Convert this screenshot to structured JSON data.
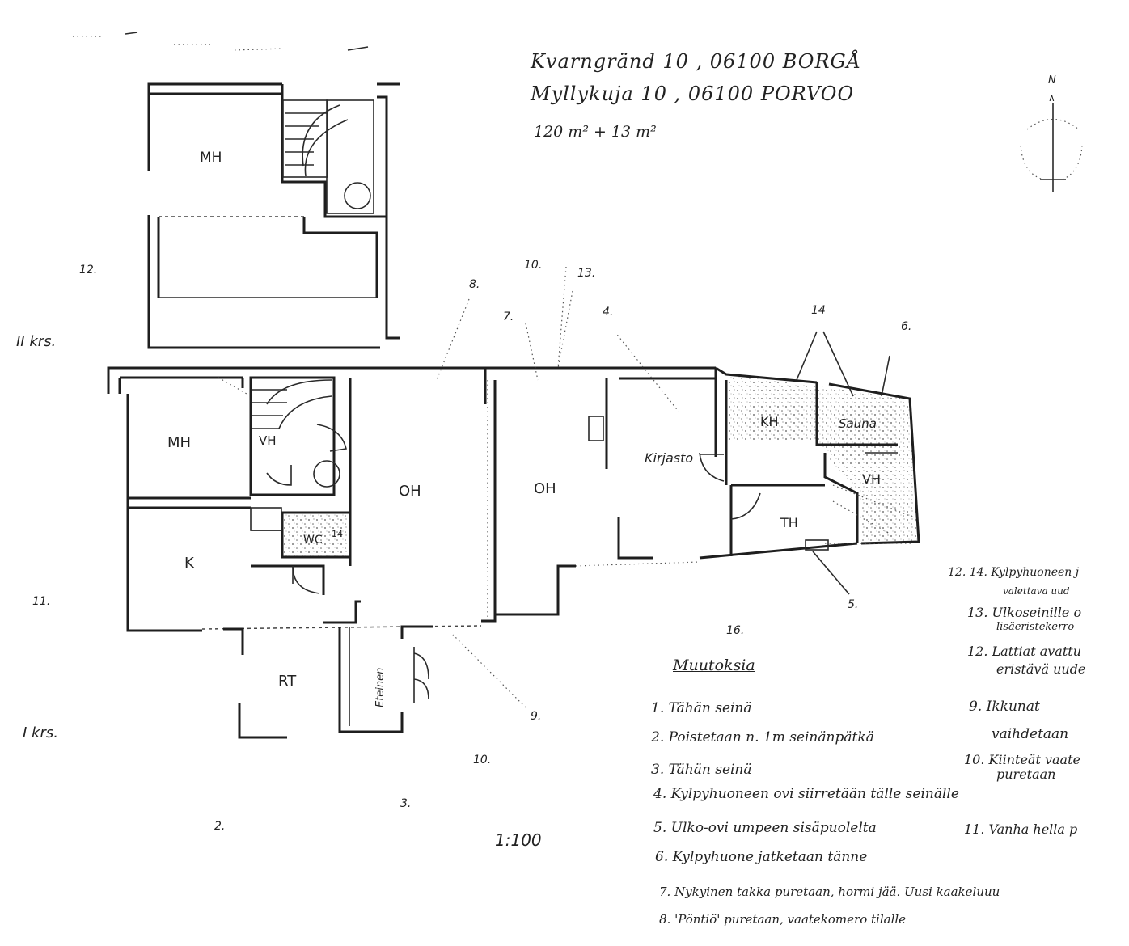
{
  "header": {
    "address_sv": "Kvarngränd 10 , 06100 BORGÅ",
    "address_fi": "Myllykuja 10 , 06100 PORVOO",
    "area": "120 m² + 13 m²",
    "north": "N"
  },
  "floors": {
    "upper": "II krs.",
    "lower": "I krs."
  },
  "scale": "1:100",
  "rooms": {
    "mh_upper": "MH",
    "mh_lower": "MH",
    "vh1": "VH",
    "k": "K",
    "wc": "WC",
    "wc_mark": "14",
    "oh1": "OH",
    "oh2": "OH",
    "kirjasto": "Kirjasto",
    "kh": "KH",
    "sauna": "Sauna",
    "vh2": "VH",
    "th": "TH",
    "rt": "RT",
    "eteinen": "Eteinen"
  },
  "markers": {
    "m12": "12.",
    "m8": "8.",
    "m10top": "10.",
    "m13": "13.",
    "m7": "7.",
    "m4": "4.",
    "m14": "14",
    "m6": "6.",
    "m11": "11.",
    "m5": "5.",
    "m16": "16.",
    "m9": "9.",
    "m10bot": "10.",
    "m3": "3.",
    "m2": "2."
  },
  "changes": {
    "title": "Muutoksia",
    "items": [
      "1. Tähän seinä",
      "2. Poistetaan n. 1m seinänpätkä",
      "3. Tähän seinä",
      "4. Kylpyhuoneen ovi siirretään tälle seinälle",
      "5. Ulko-ovi umpeen sisäpuolelta",
      "6. Kylpyhuone jatketaan tänne",
      "7. Nykyinen takka puretaan, hormi jää. Uusi kaakeluuu",
      "8. 'Pöntiö' puretaan, vaatekomero tilalle"
    ],
    "side": [
      "12. 14. Kylpyhuoneen j",
      "valettava uud",
      "13. Ulkoseinille o",
      "lisäeristekerro",
      "12. Lattiat avattu",
      "eristävä uude",
      "9. Ikkunat",
      "vaihdetaan",
      "10. Kiinteät vaate",
      "puretaan",
      "11. Vanha hella p"
    ]
  }
}
